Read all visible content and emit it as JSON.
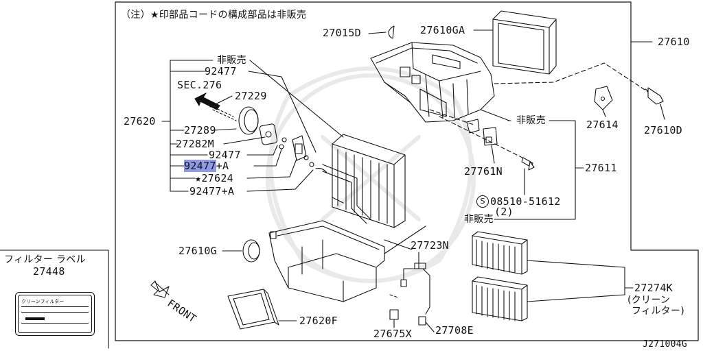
{
  "note": "（注）★印部品コードの構成部品は非販売",
  "callouts": {
    "p27015D": "27015D",
    "p27610GA": "27610GA",
    "p27610": "27610",
    "p27610D": "27610D",
    "p27614": "27614",
    "p27620": "27620",
    "not_for_sale_1": "非販売",
    "p92477_a": "92477",
    "sec276": "SEC.276",
    "p27229": "27229",
    "p27289": "27289",
    "p27282M": "27282M",
    "p92477_b": "92477",
    "p92477A_hl_num": "92477",
    "p92477A_hl_suffix": "+A",
    "p27624": "★27624",
    "p92477A": "92477+A",
    "not_for_sale_2": "非販売",
    "p27611": "27611",
    "p27761N": "27761N",
    "bolt_symbol": "S",
    "p08510": "08510-51612",
    "bolt_qty": "(2)",
    "not_for_sale_3": "非販売",
    "p27610G": "27610G",
    "p27723N": "27723N",
    "p27274K": "27274K",
    "p27274K_note1": "(クリーン",
    "p27274K_note2": "フィルター)",
    "front": "FRONT",
    "p27620F": "27620F",
    "p27675X": "27675X",
    "p27708E": "27708E",
    "diagram_id": "J271004G"
  },
  "filter_label_box": {
    "title": "フィルター ラベル",
    "part_number": "27448",
    "card_text": "クリーンフィルター"
  }
}
